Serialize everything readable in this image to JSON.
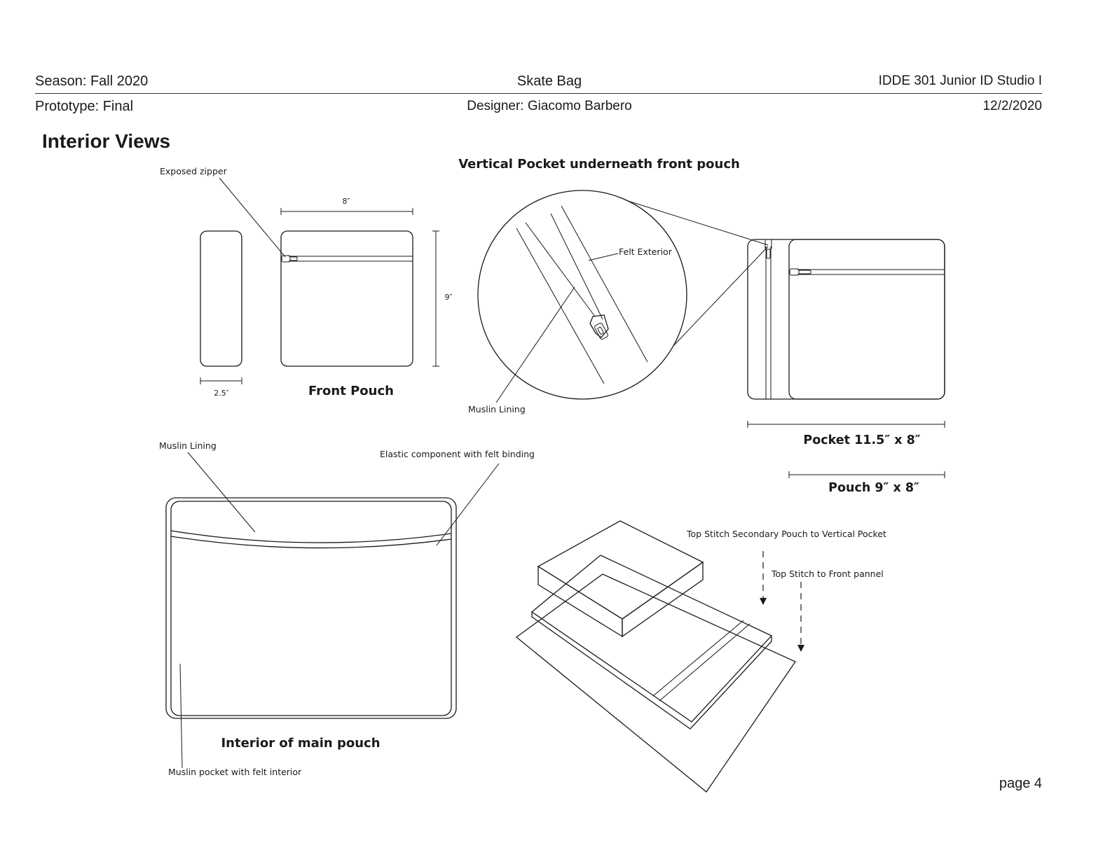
{
  "header": {
    "season": "Season: Fall 2020",
    "product": "Skate Bag",
    "course": "IDDE 301 Junior ID Studio I",
    "prototype": "Prototype: Final",
    "designer": "Designer: Giacomo Barbero",
    "date": "12/2/2020"
  },
  "page_title": "Interior Views",
  "front_pouch": {
    "caption": "Front Pouch",
    "exposed_zipper_label": "Exposed zipper",
    "width_dim": "8″",
    "height_dim": "9″",
    "depth_dim": "2.5″"
  },
  "vertical_pocket": {
    "title": "Vertical Pocket underneath front pouch",
    "felt_exterior_label": "Felt Exterior",
    "muslin_lining_label": "Muslin Lining",
    "pocket_dim_caption": "Pocket 11.5″ x 8″",
    "pouch_dim_caption": "Pouch 9″ x 8″"
  },
  "main_pouch": {
    "caption": "Interior of main pouch",
    "muslin_lining_label": "Muslin Lining",
    "elastic_label": "Elastic component with felt binding",
    "muslin_pocket_label": "Muslin pocket with felt interior"
  },
  "assembly": {
    "secondary_stitch_label": "Top Stitch Secondary Pouch to Vertical Pocket",
    "front_stitch_label": "Top Stitch to Front pannel"
  },
  "page_number": "page 4"
}
